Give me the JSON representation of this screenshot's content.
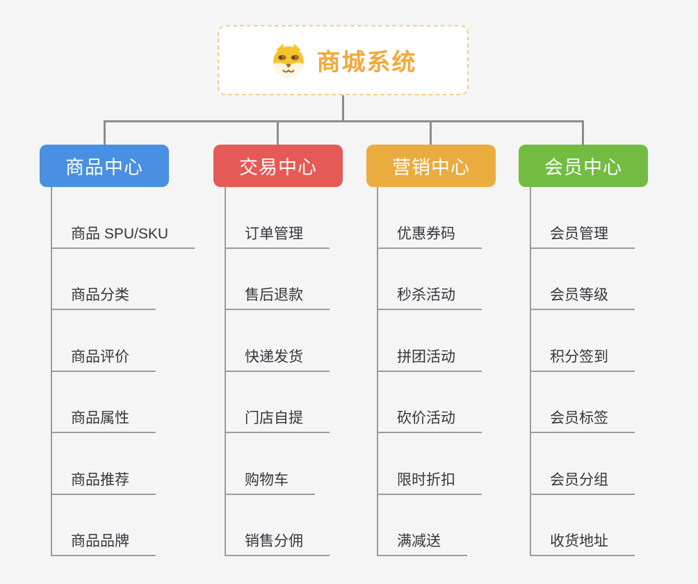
{
  "canvas": {
    "background": "#f5f5f5",
    "connector_color": "#8c8c8c"
  },
  "root": {
    "title": "商城系统",
    "icon": "shiba-dog-icon",
    "accent_color": "#f0a93b",
    "border_color": "#f4cd8a"
  },
  "branches": [
    {
      "label": "商品中心",
      "color": "#4a90e2",
      "children": [
        "商品 SPU/SKU",
        "商品分类",
        "商品评价",
        "商品属性",
        "商品推荐",
        "商品品牌"
      ]
    },
    {
      "label": "交易中心",
      "color": "#e55a56",
      "children": [
        "订单管理",
        "售后退款",
        "快递发货",
        "门店自提",
        "购物车",
        "销售分佣"
      ]
    },
    {
      "label": "营销中心",
      "color": "#eaac3e",
      "children": [
        "优惠券码",
        "秒杀活动",
        "拼团活动",
        "砍价活动",
        "限时折扣",
        "满减送"
      ]
    },
    {
      "label": "会员中心",
      "color": "#73bc42",
      "children": [
        "会员管理",
        "会员等级",
        "积分签到",
        "会员标签",
        "会员分组",
        "收货地址"
      ]
    }
  ]
}
